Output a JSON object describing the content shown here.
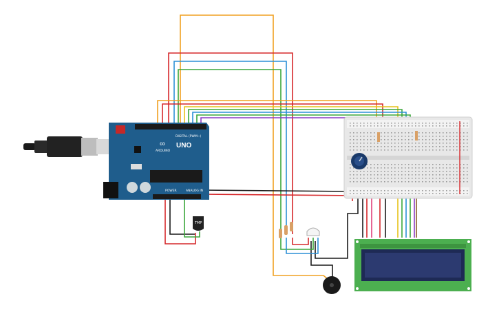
{
  "arduino": {
    "model_label": "UNO",
    "brand_label": "ARDUINO",
    "digital_label": "DIGITAL (PWM~)",
    "power_label": "POWER",
    "analog_label": "ANALOG IN",
    "board_color": "#1f5d8c"
  },
  "sensor": {
    "label": "TMP"
  },
  "colors": {
    "red": "#d6282b",
    "orange": "#f0a020",
    "yellow": "#e6c21a",
    "green": "#3aa63a",
    "blue": "#2b8fd6",
    "purple": "#8a3bc4",
    "black": "#1a1a1a",
    "pink": "#e0407a",
    "lcd_green": "#4caf50",
    "lcd_screen": "#1e2a55",
    "breadboard": "#e8e8e8"
  }
}
